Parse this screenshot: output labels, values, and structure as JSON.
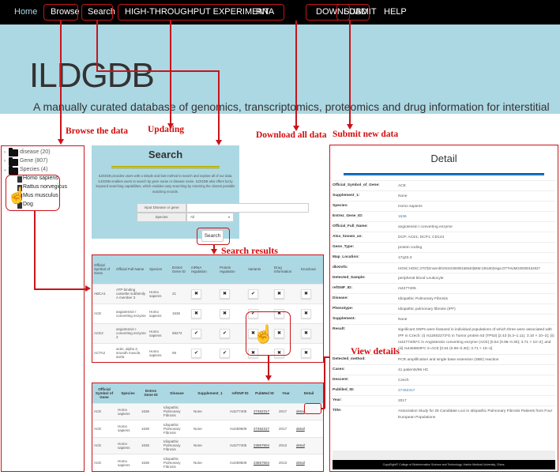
{
  "nav": {
    "items": [
      {
        "label": "Home",
        "active": true
      },
      {
        "label": "Browse"
      },
      {
        "label": "Search"
      },
      {
        "label": "HIGH-THROUGHPUT EXPERIMENT"
      },
      {
        "label": "RNA"
      },
      {
        "label": "DOWNLOAD"
      },
      {
        "label": "SUBMIT"
      },
      {
        "label": "HELP"
      }
    ]
  },
  "hero": {
    "title": "ILDGDB",
    "subtitle": "A manually curated database of genomics, transcriptomics, proteomics and drug information for interstitial"
  },
  "annotations": {
    "browse": "Browse the data",
    "updating": "Updating",
    "download": "Download all data",
    "submit": "Submit new data",
    "search_results": "Search results",
    "view_details": "View details"
  },
  "tree": {
    "nodes": [
      {
        "label": "disease (20)",
        "caret": "›"
      },
      {
        "label": "Gene (807)",
        "caret": "›"
      },
      {
        "label": "Species (4)",
        "caret": "⌄"
      }
    ],
    "species_children": [
      "Homo sapiens",
      "Rattus norvegicus",
      "Mus musculus",
      "Dog"
    ]
  },
  "search": {
    "title": "Search",
    "description": "ILDGDB provides users with a simple and fast method to search and explore all of our data. ILDGDB enables users to search by gene name or disease name. ILDGDB also offers fuzzy keyword searching capabilities, which enables easy searching by returning the closest possible matching records.",
    "input_label": "Input Disease or gene",
    "input_value": "",
    "species_label": "Species",
    "species_value": "All",
    "button": "Search"
  },
  "results_table": {
    "headers": [
      "Official Symbol of Gene",
      "Official Full Name",
      "Species",
      "Entrez Gene ID",
      "mRNA regulation",
      "Protein regulation",
      "Variants",
      "Drug information",
      "Knockout"
    ],
    "rows": [
      {
        "symbol": "ABCA1",
        "full_name": "ATP binding cassette subfamily A member 3",
        "species": "Homo sapiens",
        "entrez": "21",
        "mrna": "✖",
        "protein": "✖",
        "variants": "✔",
        "drug": "✖",
        "knockout": "✖"
      },
      {
        "symbol": "ACE",
        "full_name": "angiotensin I converting enzyme",
        "species": "Homo sapiens",
        "entrez": "1636",
        "mrna": "✖",
        "protein": "✖",
        "variants": "✔",
        "drug": "✖",
        "knockout": "✖"
      },
      {
        "symbol": "ACE2",
        "full_name": "angiotensin I converting enzyme 2",
        "species": "Homo sapiens",
        "entrez": "59272",
        "mrna": "✔",
        "protein": "✔",
        "variants": "✖",
        "drug": "✖",
        "knockout": "✖"
      },
      {
        "symbol": "ACTA2",
        "full_name": "actin, alpha 2, smooth muscle, aorta",
        "species": "Homo sapiens",
        "entrez": "59",
        "mrna": "✔",
        "protein": "✔",
        "variants": "✖",
        "drug": "✖",
        "knockout": "✖"
      }
    ]
  },
  "variants_table": {
    "headers": [
      "Official Symbol of Gene",
      "Species",
      "Entrez Gene ID",
      "Disease",
      "Supplement_1",
      "refSNP ID",
      "PubMed ID",
      "Year",
      "Detail"
    ],
    "rows": [
      {
        "symbol": "ACE",
        "species": "Homo sapiens",
        "entrez": "1636",
        "disease": "Idiopathic Pulmonary Fibrosis",
        "supplement": "None",
        "refsnp": "rs4277405",
        "pubmed": "27462317",
        "year": "2017",
        "detail": "detail"
      },
      {
        "symbol": "ACE",
        "species": "Homo sapiens",
        "entrez": "1636",
        "disease": "Idiopathic Pulmonary Fibrosis",
        "supplement": "None",
        "refsnp": "rs4459609",
        "pubmed": "27462317",
        "year": "2017",
        "detail": "detail"
      },
      {
        "symbol": "ACE",
        "species": "Homo sapiens",
        "entrez": "1636",
        "disease": "Idiopathic Pulmonary Fibrosis",
        "supplement": "None",
        "refsnp": "rs4277405",
        "pubmed": "23657604",
        "year": "2013",
        "detail": "detail"
      },
      {
        "symbol": "ACE",
        "species": "Homo sapiens",
        "entrez": "1636",
        "disease": "Idiopathic Pulmonary Fibrosis",
        "supplement": "None",
        "refsnp": "rs4459609",
        "pubmed": "23657604",
        "year": "2013",
        "detail": "detail"
      }
    ]
  },
  "detail": {
    "title": "Detail",
    "fields": [
      {
        "key": "Official_Symbol_of_Gene:",
        "value": "ACE"
      },
      {
        "key": "Supplement_1:",
        "value": "None"
      },
      {
        "key": "Species:",
        "value": "Homo sapiens"
      },
      {
        "key": "Entrez_Gene_ID:",
        "value": "1636",
        "link": true
      },
      {
        "key": "Official_Full_Name:",
        "value": "angiotensin I converting enzyme"
      },
      {
        "key": "Also_known_as:",
        "value": "DCP; ACE1; DCP1; CD143"
      },
      {
        "key": "Gene_Type:",
        "value": "protein coding"
      },
      {
        "key": "Map_Location:",
        "value": "17q23.3"
      },
      {
        "key": "dbXrefs:",
        "value": "HGNC:HGNC:2707|Ensembl:ENSG00000159640|MIM:106180|Vega:OTTHUMG00000154927"
      },
      {
        "key": "Detected_Sample:",
        "value": "peripheral blood Leukocyte"
      },
      {
        "key": "refSNP_ID:",
        "value": "rs4277405"
      },
      {
        "key": "Disease:",
        "value": "Idiopathic Pulmonary Fibrosis"
      },
      {
        "key": "Phenotype:",
        "value": "Idiopathic pulmonary fibrosis (IPF)"
      },
      {
        "key": "Supplement:",
        "value": "None"
      },
      {
        "key": "Result:",
        "value": "significant SNPs were featured in individual populations of which three were associated with IPF in Czech: (i) rs12602273*G in Tumor protein 53 (TP53) [2.43 (5.3–1.11); 3.10 × 10−2]; (ii) rs4277405*C in Angiotensin converting enzyme (ACE) [0.54 (0.96–0.30); 3.71 × 10−2]; and (iii) rs4459609*C in ACE [0.54 (0.96–0.30); 3.71 × 10−2]"
      },
      {
        "key": "Detected_method:",
        "value": "PCR amplification and single base extension (SBE) reaction"
      },
      {
        "key": "Cases:",
        "value": "41 patients/96 HC"
      },
      {
        "key": "Descent:",
        "value": "Czech"
      },
      {
        "key": "Publiled_ID:",
        "value": "27462317",
        "link": true
      },
      {
        "key": "Year:",
        "value": "2017"
      },
      {
        "key": "Title:",
        "value": "Association Study for 26 Candidate Loci in Idiopathic Pulmonary Fibrosis Patients from Four European Populations"
      }
    ],
    "footer": "CopyRight© College of Bioinformatics Science and Technology, Harbin Medical University, China."
  },
  "colors": {
    "nav_bg": "#000000",
    "hero_bg": "#acd8e3",
    "annotation_red": "#c8141b",
    "search_rule": "#e8e000",
    "detail_rule": "#1f74c4"
  }
}
